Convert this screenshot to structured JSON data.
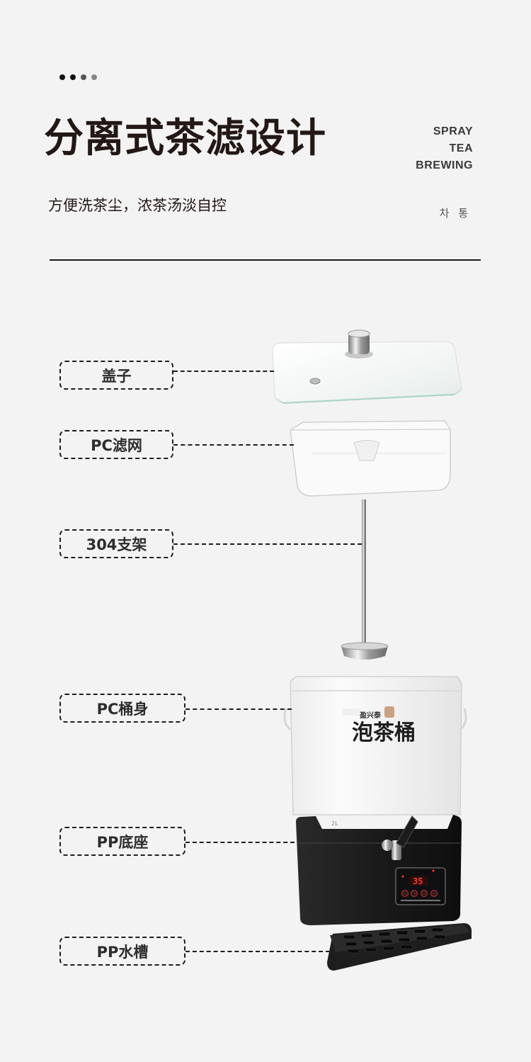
{
  "header": {
    "dots": [
      {
        "color": "#111111"
      },
      {
        "color": "#111111"
      },
      {
        "color": "#555555"
      },
      {
        "color": "#888888"
      }
    ],
    "title": "分离式茶滤设计",
    "subtitle": "方便洗茶尘，浓茶汤淡自控",
    "english_lines": [
      "SPRAY",
      "TEA",
      "BREWING"
    ],
    "korean": "차 통"
  },
  "parts": [
    {
      "label": "盖子",
      "name": "lid"
    },
    {
      "label": "PC滤网",
      "name": "pc-filter"
    },
    {
      "label": "304支架",
      "name": "304-stand"
    },
    {
      "label": "PC桶身",
      "name": "pc-barrel"
    },
    {
      "label": "PP底座",
      "name": "pp-base"
    },
    {
      "label": "PP水槽",
      "name": "pp-drip-tray"
    }
  ],
  "product": {
    "brand_small": "盈兴泰",
    "brand_large": "泡茶桶",
    "capacity_mark": "2L",
    "display_readout": "35",
    "colors": {
      "base": "#1c1c1c",
      "glass_edge": "#a9d6c8",
      "steel": "#b5b5b5",
      "display": "#ff3b2a"
    }
  }
}
